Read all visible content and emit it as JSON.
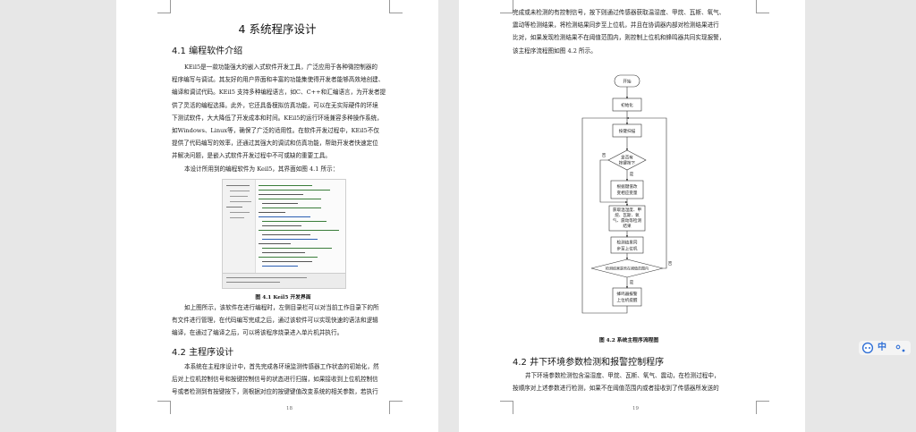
{
  "page_left": {
    "chapter_title": "4 系统程序设计",
    "section_1_heading": "4.1 编程软件介绍",
    "section_1_lines": [
      "KEil5是一款功能强大的嵌入式软件开发工具，广泛应用于各种微控制器的",
      "程序编写与调试。其友好的用户界面和丰富的功能集使得开发者能够高效地创建、",
      "编译和调试代码。KEil5 支持多种编程语言，如C、C++和汇编语言，为开发者提",
      "供了灵活的编程选择。此外，它还具备模拟仿真功能，可以在无实际硬件的环境",
      "下测试软件，大大降低了开发成本和时间。KEil5的运行环境兼容多种操作系统，",
      "如Windows、Linux等，确保了广泛的适用性。在软件开发过程中，KEil5不仅",
      "提供了代码编写的效率，还通过其强大的调试和仿真功能，帮助开发者快速定位",
      "并解决问题，是嵌入式软件开发过程中不可或缺的重要工具。"
    ],
    "section_1_intro": "本设计所用到的编程软件为 Keil5，其界面如图 4.1 所示：",
    "figure_caption": "图 4.1 Keil5 开发界面",
    "after_figure_lines": [
      "如上图所示，该软件在进行编程时，左侧目录栏可以对当前工作目录下的所",
      "有文件进行管理，在代码编写完成之后，通过该软件可以实现快速的语法和逻辑",
      "编译，在通过了编译之后，可以将该程序烧录进入单片机并执行。"
    ],
    "section_2_heading": "4.2 主程序设计",
    "section_2_lines": [
      "本系统在主程序设计中，首先完成各环境监测传感器工作状态的初始化，然",
      "后对上位机控制信号和按键控制信号的状态进行扫描，如果接收到上位机控制信",
      "号或者检测到有按键按下，则根据对应的按键键值改变系统的相关参数，若执行"
    ],
    "page_number": "18"
  },
  "page_right": {
    "top_lines": [
      "完成或未检测的有控制信号，按下则通过传感器获取温湿度、甲烷、瓦斯、氧气、",
      "震动等检测结果，将检测结果同步至上位机，并且在协调器内部对检测结果进行",
      "比对，如果发现检测结果不在阈值范围内，则控制上位机和蜂鸣器共同实现报警，",
      "该主程序流程图如图 4.2 所示。"
    ],
    "flowchart": {
      "start": "开始",
      "init": "初始化",
      "key_scan": "按键扫描",
      "decision_key": [
        "是否有",
        "按键按下"
      ],
      "change_params": [
        "根据键值改",
        "变相应变量"
      ],
      "read_sensors": [
        "获取温湿度、甲",
        "烷、瓦斯、氧",
        "气、震动等检测",
        "结果"
      ],
      "sync_host": [
        "检测结果同",
        "步至上位机"
      ],
      "decision_range": "检测结果是否在阈值范围内",
      "alarm": [
        "蜂鸣器报警",
        "上位机提醒"
      ],
      "yes_label": "是",
      "no_label": "否"
    },
    "figure_caption": "图 4.2 系统主程序流程图",
    "section_heading": "4.2 井下环境参数检测和报警控制程序",
    "section_lines": [
      "井下环境参数检测包含温湿度、甲烷、瓦斯、氧气、震动，在检测过程中，",
      "按顺序对上述参数进行检测，如果不在阈值范围内或者接收到了传感器所发送的"
    ],
    "page_number": "19"
  },
  "ime_toolbar": {
    "mode": "中",
    "icons": [
      "ime-logo-icon",
      "punctuation-icon"
    ]
  },
  "colors": {
    "page_bg": "#ffffff",
    "viewer_bg": "#e7e7e7",
    "text": "#222222",
    "ime_accent": "#2f6fd6"
  }
}
